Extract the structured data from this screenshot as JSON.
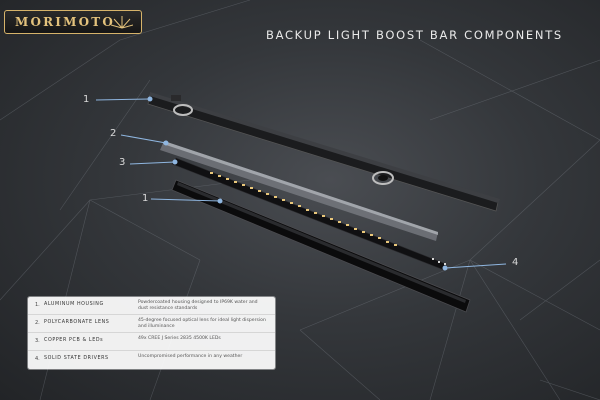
{
  "brand": {
    "logo_text": "MORIMOTO"
  },
  "title": "BACKUP LIGHT BOOST BAR COMPONENTS",
  "callouts": [
    "1",
    "2",
    "3",
    "1",
    "4"
  ],
  "legend": [
    {
      "num": "1.",
      "name": "ALUMINUM HOUSING",
      "desc": "Powdercoated housing designed to IP69K water and dust resistance standards"
    },
    {
      "num": "2.",
      "name": "POLYCARBONATE LENS",
      "desc": "45-degree focused optical lens for ideal light dispersion and illuminance"
    },
    {
      "num": "3.",
      "name": "COPPER PCB & LEDs",
      "desc": "49x CREE J Series 2835 4500K LEDs"
    },
    {
      "num": "4.",
      "name": "SOLID STATE DRIVERS",
      "desc": "Uncompromised performance in any weather"
    }
  ],
  "colors": {
    "accent_gold": "#d6b36a",
    "callout_blue": "#8fb6e0",
    "led_amber": "#e9c77a"
  }
}
